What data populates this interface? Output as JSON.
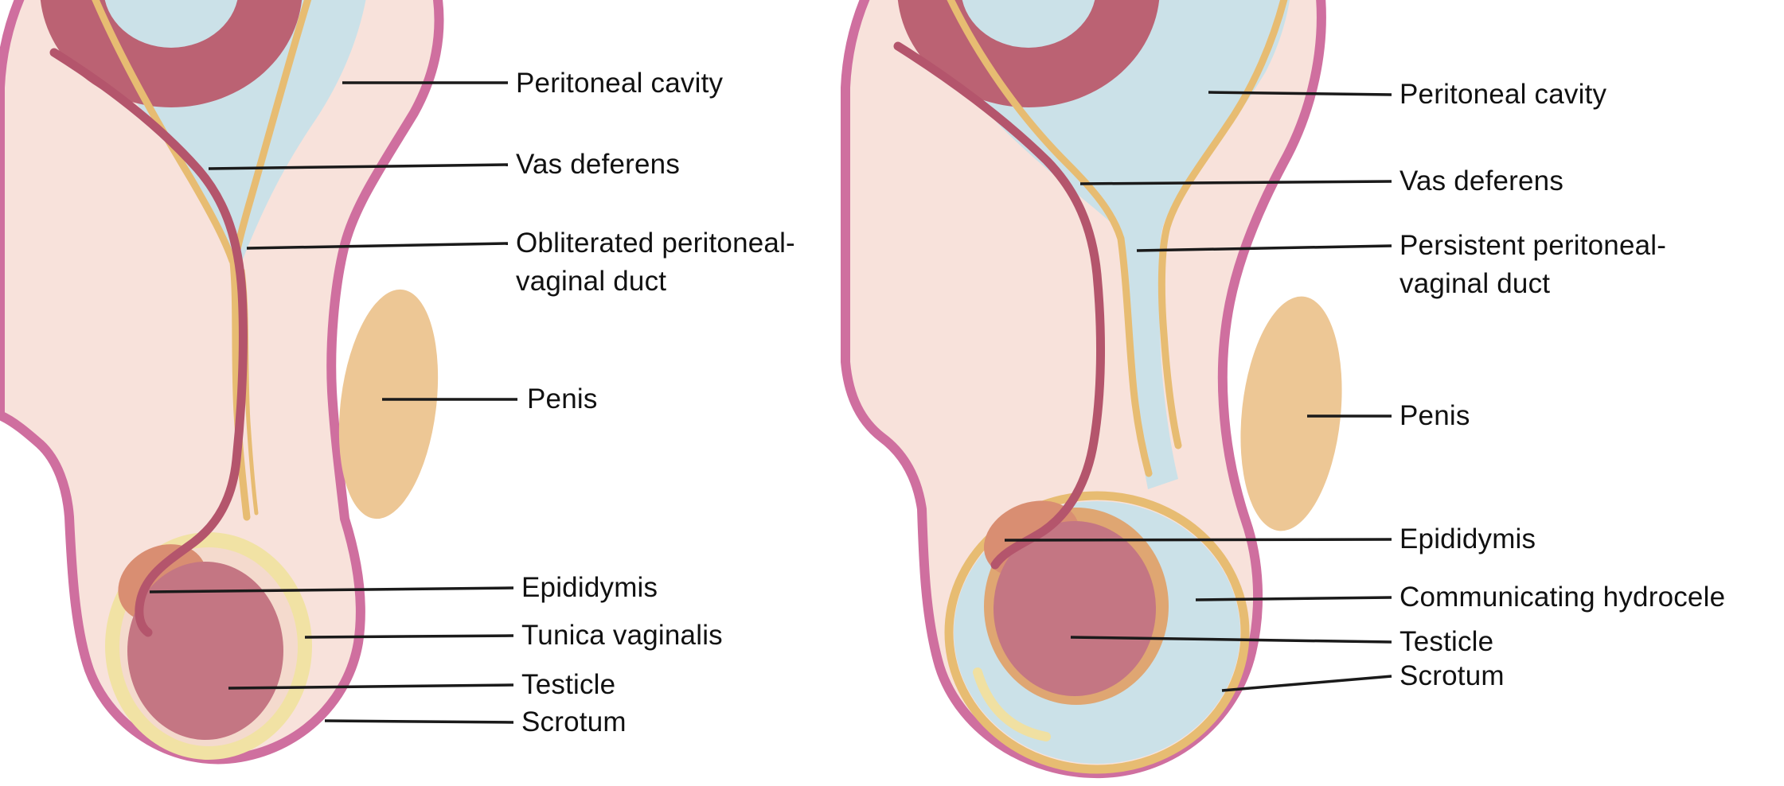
{
  "colors": {
    "background": "#ffffff",
    "skin": "#f8e2db",
    "skin_outline": "#cf6f9f",
    "peritoneal_fluid": "#cbe1e8",
    "bowel": "#bb6273",
    "vas_deferens": "#b4556c",
    "duct": "#e7bc72",
    "penis": "#edc795",
    "testicle": "#c47683",
    "epididymis": "#d98e72",
    "tunica_vaginalis": "#f1e2a4",
    "label_text": "#111111",
    "leader_line": "#1a1a1a"
  },
  "panels": [
    {
      "labels": [
        {
          "text": "Peritoneal cavity"
        },
        {
          "text": "Vas deferens"
        },
        {
          "text": "Obliterated peritoneal-",
          "text2": "vaginal duct"
        },
        {
          "text": "Penis"
        },
        {
          "text": "Epididymis"
        },
        {
          "text": "Tunica vaginalis"
        },
        {
          "text": "Testicle"
        },
        {
          "text": "Scrotum"
        }
      ]
    },
    {
      "labels": [
        {
          "text": "Peritoneal cavity"
        },
        {
          "text": "Vas deferens"
        },
        {
          "text": "Persistent peritoneal-",
          "text2": "vaginal duct"
        },
        {
          "text": "Penis"
        },
        {
          "text": "Epididymis"
        },
        {
          "text": "Communicating hydrocele"
        },
        {
          "text": "Testicle"
        },
        {
          "text": "Scrotum"
        }
      ]
    }
  ]
}
